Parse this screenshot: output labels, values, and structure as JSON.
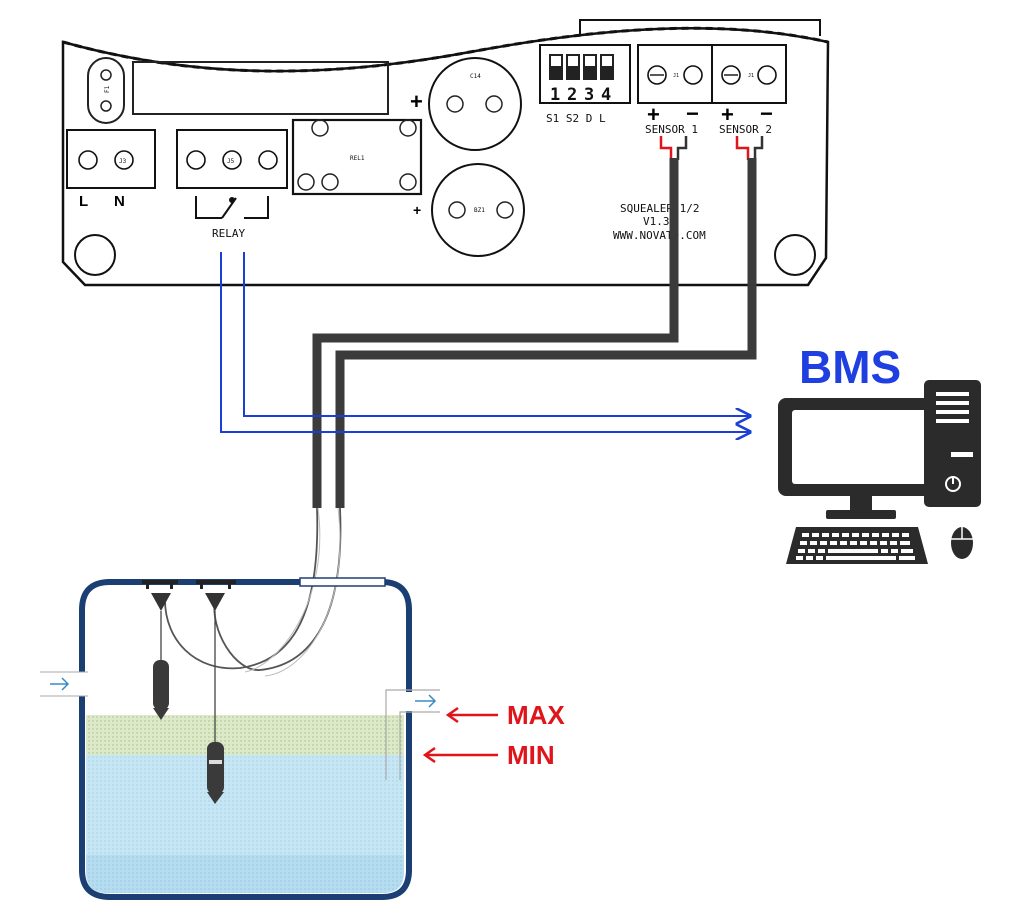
{
  "board": {
    "terminal_power": {
      "ref": "J3",
      "labels": [
        "L",
        "N"
      ]
    },
    "terminal_relay": {
      "ref": "J5",
      "label": "RELAY"
    },
    "relay_component": "REL1",
    "capacitor_top": "C14",
    "buzzer": "BZ1",
    "fuse": "F1",
    "dip_switch": {
      "numbers": [
        "1",
        "2",
        "3",
        "4"
      ],
      "labels": "S1 S2 D L"
    },
    "sensor1": {
      "ref": "J1",
      "plus": "+",
      "minus": "−",
      "label": "SENSOR 1"
    },
    "sensor2": {
      "ref": "J1",
      "plus": "+",
      "minus": "−",
      "label": "SENSOR 2"
    },
    "product_lines": [
      "SQUEALER-1/2",
      "V1.3",
      "WWW.NOVATO.COM"
    ],
    "plus_signs": [
      "+",
      "+"
    ]
  },
  "bms": {
    "label": "BMS"
  },
  "tank": {
    "max_label": "MAX",
    "min_label": "MIN"
  },
  "colors": {
    "bms_label": "#1f3fe0",
    "relay_wires": "#1a3fd8",
    "sensor_cables": "#333333",
    "level_arrows": "#e0151b",
    "tank_outline": "#1b3e73",
    "water": "#bfe3f2",
    "overflow_zone": "#d9e8c4"
  },
  "icons": [
    "computer-monitor-icon",
    "computer-tower-icon",
    "keyboard-icon",
    "mouse-icon",
    "float-switch-icon"
  ]
}
